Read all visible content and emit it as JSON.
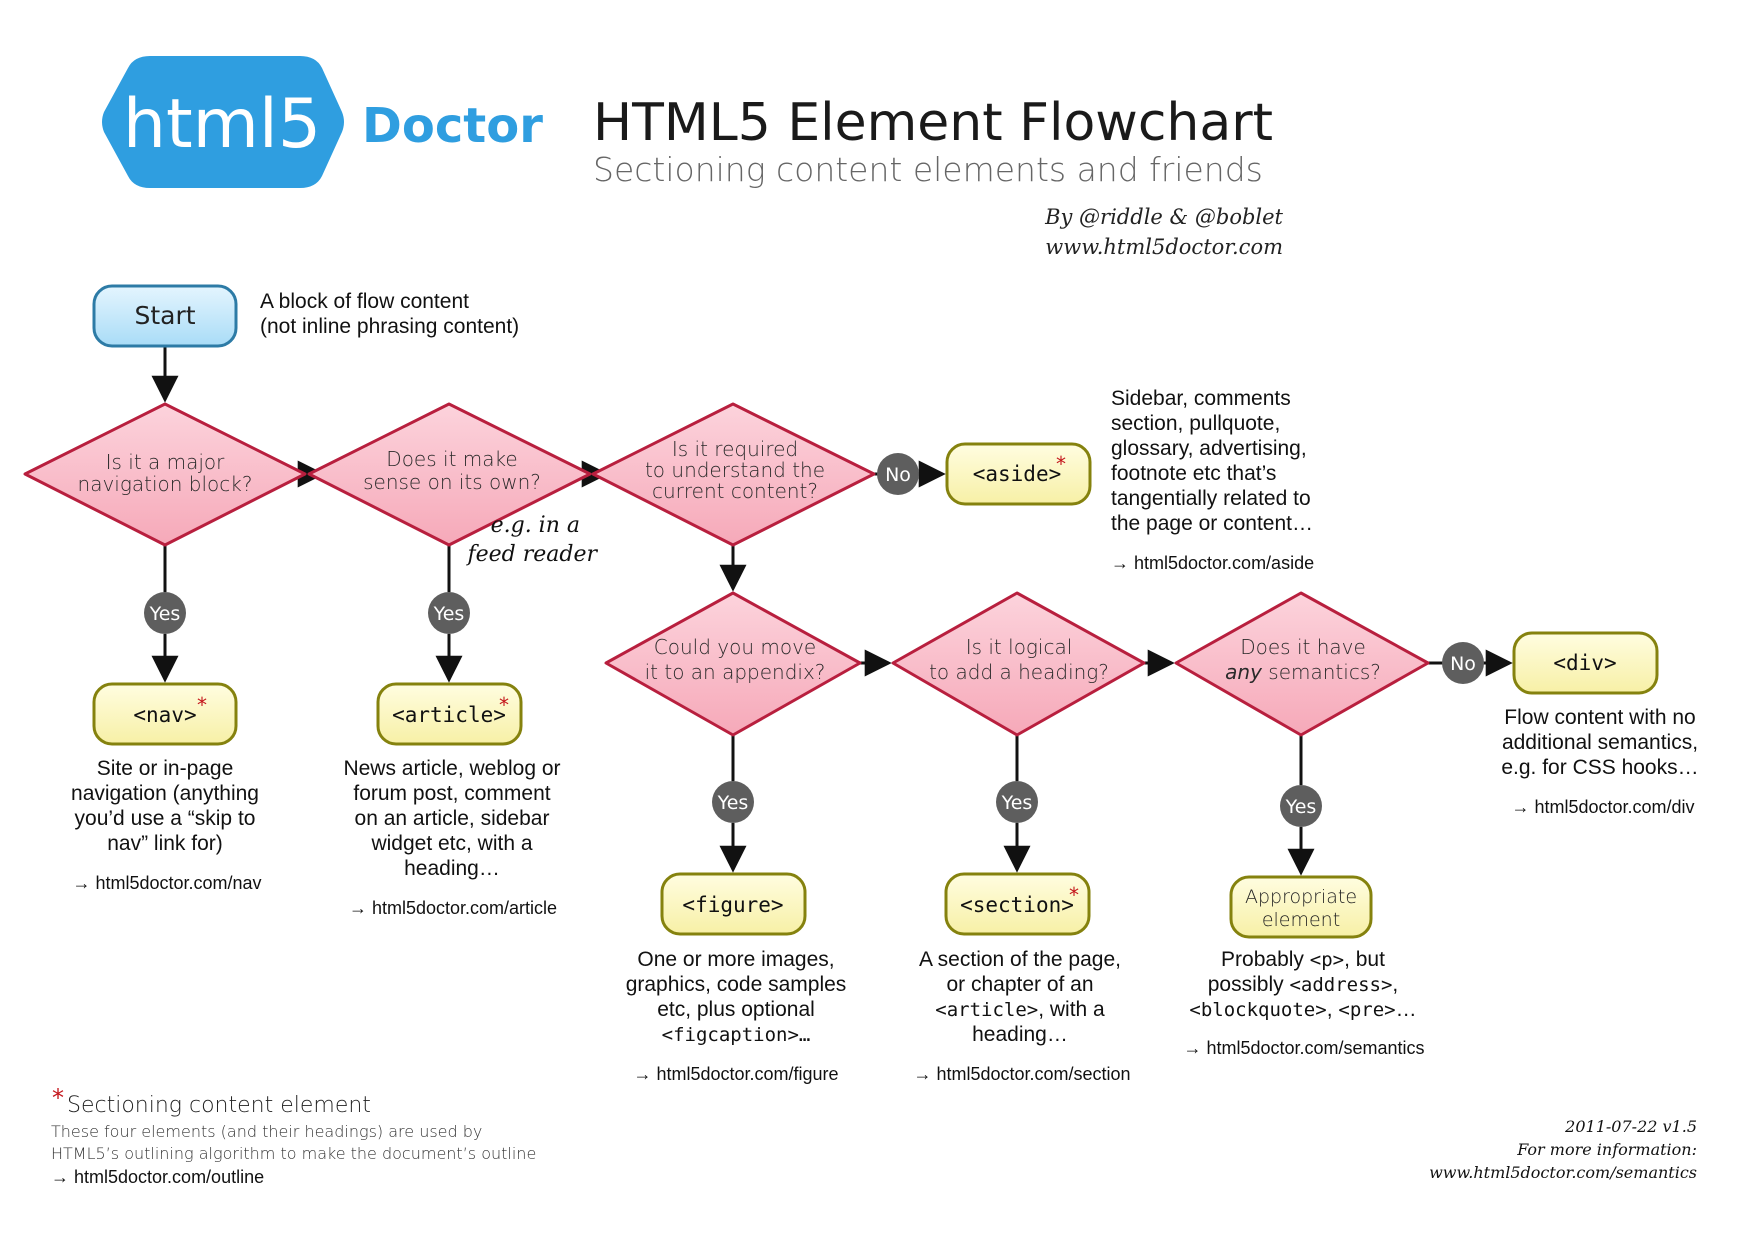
{
  "header": {
    "logo_mark": "html5",
    "logo_word": "Doctor",
    "title": "HTML5 Element Flowchart",
    "subtitle": "Sectioning content elements and friends",
    "byline": "By @riddle & @boblet",
    "byline_url": "www.html5doctor.com"
  },
  "colors": {
    "logo_blue": "#2f9ee0",
    "decision_fill": "#f9b9c6",
    "decision_stroke": "#b81f3e",
    "element_fill": "#fbf6b8",
    "element_stroke": "#85820e",
    "start_fill": "#bfe6fb",
    "start_stroke": "#2d7ba6",
    "badge_fill": "#5e5e5e",
    "asterisk": "#c4161c"
  },
  "start": {
    "label": "Start",
    "note_line1": "A block of flow content",
    "note_line2": "(not inline phrasing content)"
  },
  "decisions": {
    "nav": {
      "line1": "Is it a major",
      "line2": "navigation block?"
    },
    "article": {
      "line1": "Does it make",
      "line2": "sense on its own?"
    },
    "aside": {
      "line1": "Is it required",
      "line2": "to understand the",
      "line3": "current content?"
    },
    "figure": {
      "line1": "Could you move",
      "line2": "it to an appendix?"
    },
    "section": {
      "line1": "Is it logical",
      "line2": "to add a heading?"
    },
    "div": {
      "line1": "Does it have",
      "line2_em": "any",
      "line2_rest": " semantics?"
    }
  },
  "badges": {
    "yes": "Yes",
    "no": "No"
  },
  "feed_note": {
    "line1": "e.g. in a",
    "line2": "feed reader"
  },
  "elements": {
    "nav": {
      "label": "<nav>",
      "desc1": "Site or in-page",
      "desc2": "navigation (anything",
      "desc3": "you’d use a “skip to",
      "desc4": "nav” link for)",
      "link": "→ html5doctor.com/nav"
    },
    "article": {
      "label": "<article>",
      "desc1": "News article, weblog or",
      "desc2": "forum post, comment",
      "desc3": "on an article, sidebar",
      "desc4": "widget etc, with a",
      "desc5": "heading…",
      "link": "→ html5doctor.com/article"
    },
    "aside": {
      "label": "<aside>",
      "desc1": "Sidebar, comments",
      "desc2": "section, pullquote,",
      "desc3": "glossary, advertising,",
      "desc4": "footnote etc that’s",
      "desc5": "tangentially related to",
      "desc6": "the page or content…",
      "link": "→ html5doctor.com/aside"
    },
    "figure": {
      "label": "<figure>",
      "desc1": "One or more images,",
      "desc2": "graphics, code samples",
      "desc3": "etc, plus optional",
      "desc4": "<figcaption>…",
      "link": "→ html5doctor.com/figure"
    },
    "section": {
      "label": "<section>",
      "desc1": "A section of the page,",
      "desc2": "or chapter of an",
      "desc3_code": "<article>",
      "desc3_rest": ", with a",
      "desc4": "heading…",
      "link": "→ html5doctor.com/section"
    },
    "appropriate": {
      "label1": "Appropriate",
      "label2": "element",
      "desc1_pre": "Probably ",
      "desc1_code": "<p>",
      "desc1_post": ", but",
      "desc2_pre": "possibly ",
      "desc2_code": "<address>",
      "desc2_post": ",",
      "desc3_code1": "<blockquote>",
      "desc3_mid": ", ",
      "desc3_code2": "<pre>",
      "desc3_post": "…",
      "link": "→ html5doctor.com/semantics"
    },
    "div": {
      "label": "<div>",
      "desc1": "Flow content with no",
      "desc2": "additional semantics,",
      "desc3": "e.g. for CSS hooks…",
      "link": "→ html5doctor.com/div"
    }
  },
  "asterisk": "*",
  "legend": {
    "title": "Sectioning content element",
    "line1": "These four elements (and their headings) are used by",
    "line2": "HTML5’s outlining algorithm to make the document’s outline",
    "link": "→ html5doctor.com/outline"
  },
  "footer": {
    "version": "2011-07-22 v1.5",
    "more": "For more information:",
    "url": "www.html5doctor.com/semantics"
  }
}
